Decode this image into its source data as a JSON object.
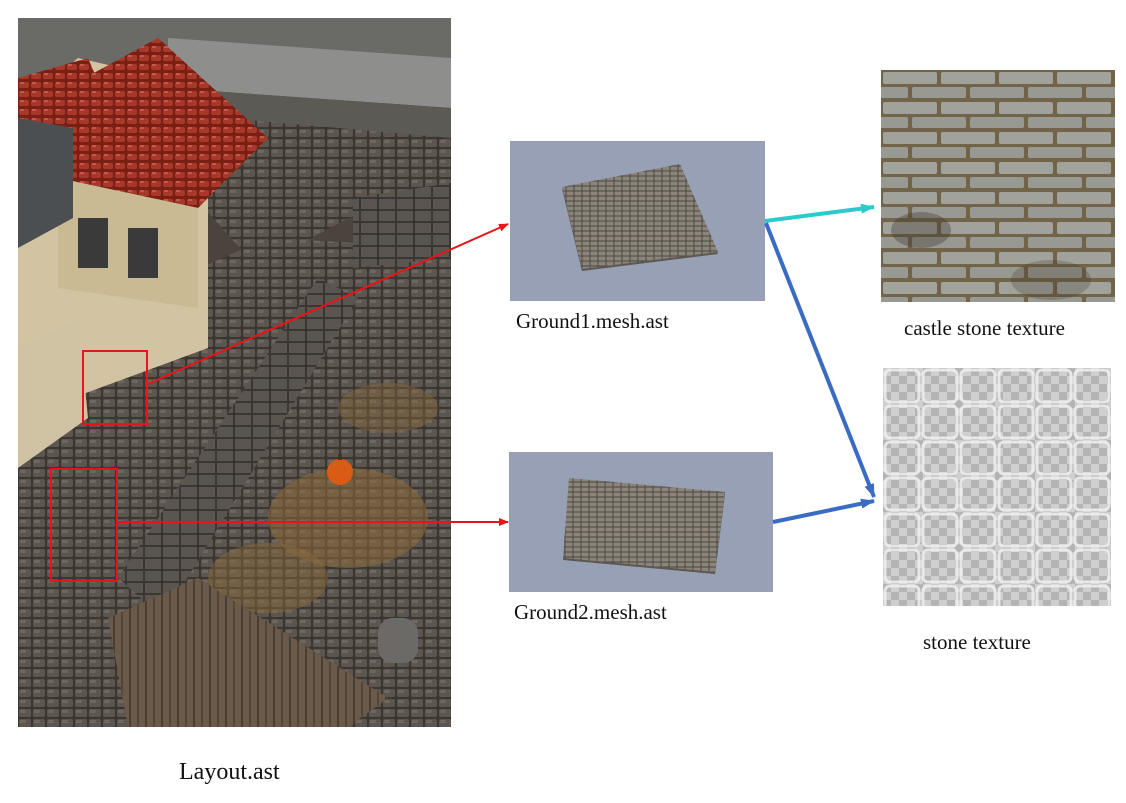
{
  "layout_caption": "Layout.ast",
  "meshes": [
    {
      "caption": "Ground1.mesh.ast"
    },
    {
      "caption": "Ground2.mesh.ast"
    }
  ],
  "textures": [
    {
      "caption": "castle stone texture"
    },
    {
      "caption": "stone texture"
    }
  ],
  "colors": {
    "selection_arrow": "#e8141a",
    "castle_texture_arrow": "#2ec9cc",
    "stone_texture_arrow": "#3a6cc4",
    "mesh_preview_bg": "#97a0b5",
    "castle_mortar": "#7a6b4e",
    "castle_stone": "#b0b2ad"
  }
}
